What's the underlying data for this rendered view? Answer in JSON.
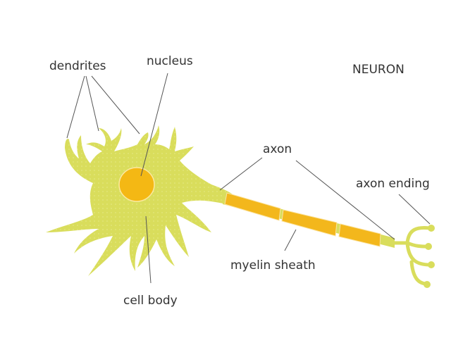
{
  "title": "NEURON",
  "labels": {
    "dendrites": "dendrites",
    "nucleus": "nucleus",
    "axon": "axon",
    "axon_ending": "axon ending",
    "myelin_sheath": "myelin sheath",
    "cell_body": "cell body"
  },
  "colors": {
    "cell": "#d9dd5c",
    "nucleus": "#f4b814",
    "myelin": "#f3b71c",
    "line": "#555555"
  }
}
